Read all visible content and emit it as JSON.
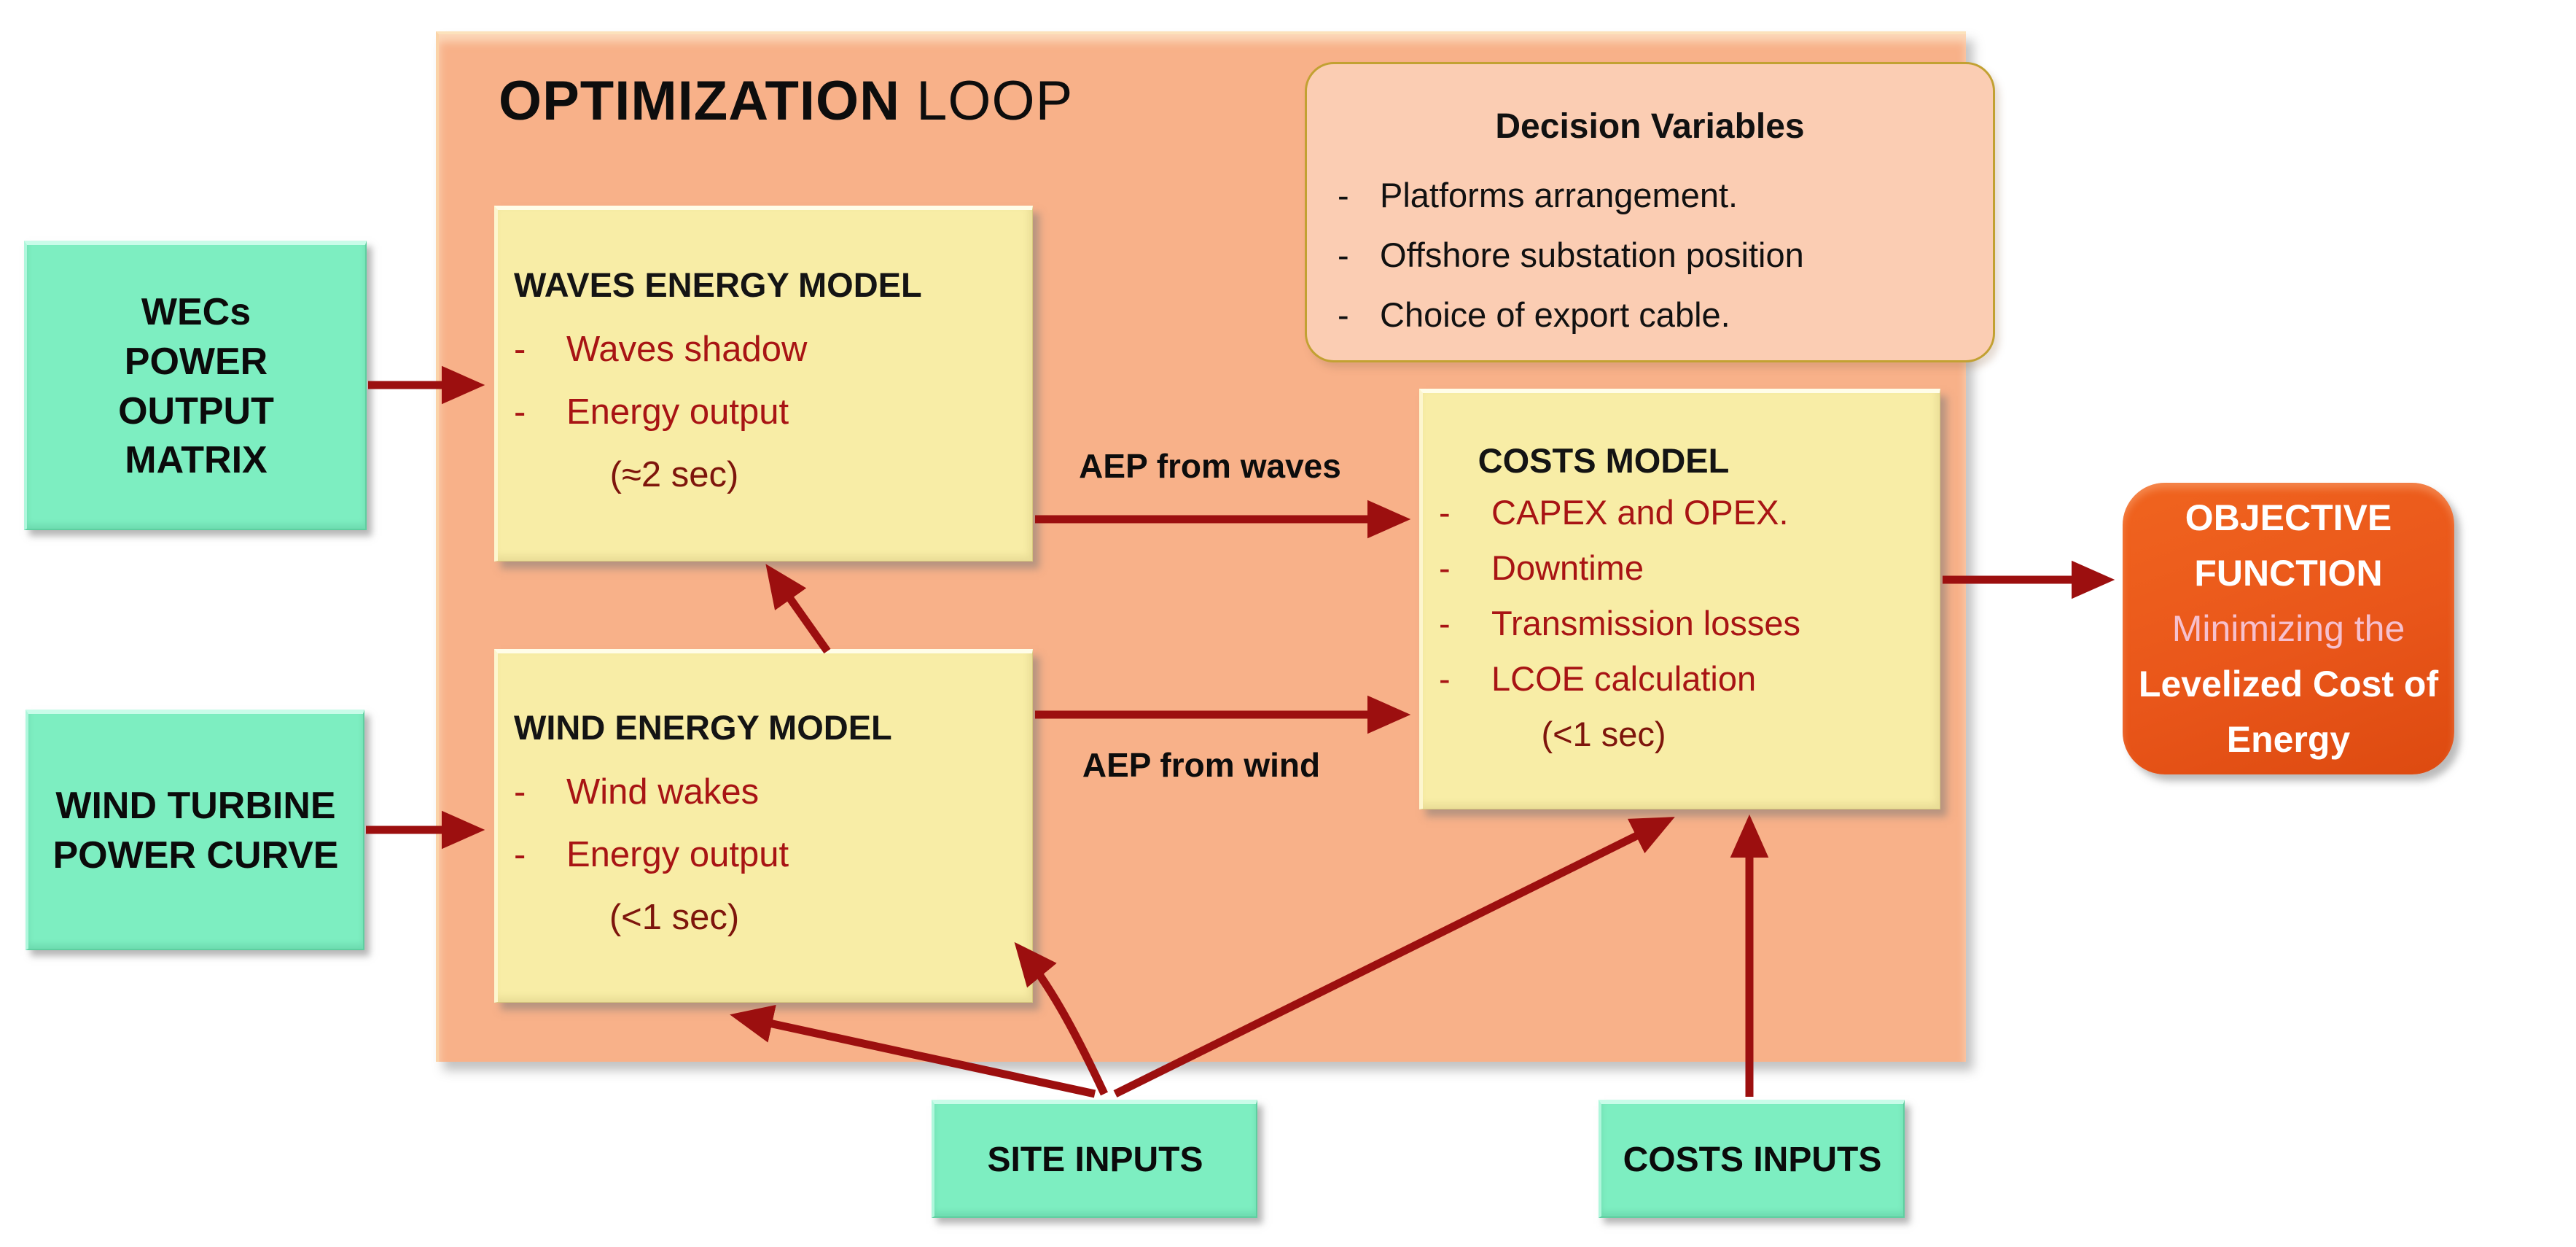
{
  "loop": {
    "title_bold": "OPTIMIZATION",
    "title_light": " LOOP"
  },
  "decision_variables": {
    "title": "Decision Variables",
    "items": [
      "Platforms arrangement.",
      "Offshore substation position",
      "Choice of export cable."
    ]
  },
  "boxes": {
    "wecs": {
      "label": "WECs POWER OUTPUT MATRIX"
    },
    "wind_turbine": {
      "label": "WIND TURBINE POWER CURVE"
    },
    "site": {
      "label": "SITE INPUTS"
    },
    "costs_inputs": {
      "label": "COSTS INPUTS"
    }
  },
  "models": {
    "waves": {
      "title": "WAVES ENERGY MODEL",
      "bullets": [
        "Waves shadow",
        "Energy output"
      ],
      "time": "(≈2 sec)"
    },
    "wind": {
      "title": "WIND ENERGY MODEL",
      "bullets": [
        "Wind wakes",
        "Energy output"
      ],
      "time": "(<1 sec)"
    },
    "costs": {
      "title": "COSTS MODEL",
      "bullets": [
        "CAPEX and OPEX.",
        "Downtime",
        "Transmission losses",
        "LCOE calculation"
      ],
      "time": "(<1 sec)"
    }
  },
  "objective": {
    "title": "OBJECTIVE FUNCTION",
    "subtitle_light": "Minimizing the",
    "subtitle_bold": "Levelized Cost of Energy"
  },
  "arrow_labels": {
    "waves": "AEP from waves",
    "wind": "AEP from wind"
  },
  "colors": {
    "loop_background": "#F8B189",
    "model_box_yellow": "#F8EDA6",
    "input_box_green": "#7DEEC1",
    "decision_box_peach": "#FBCDB3",
    "decision_border_gold": "#C2A132",
    "objective_orange": "#E9561A",
    "arrow_dark_red": "#9C0F0F",
    "bullet_text_red": "#A81414",
    "time_text_maroon": "#7E150C",
    "minimizing_pink": "#F6C0CE"
  }
}
